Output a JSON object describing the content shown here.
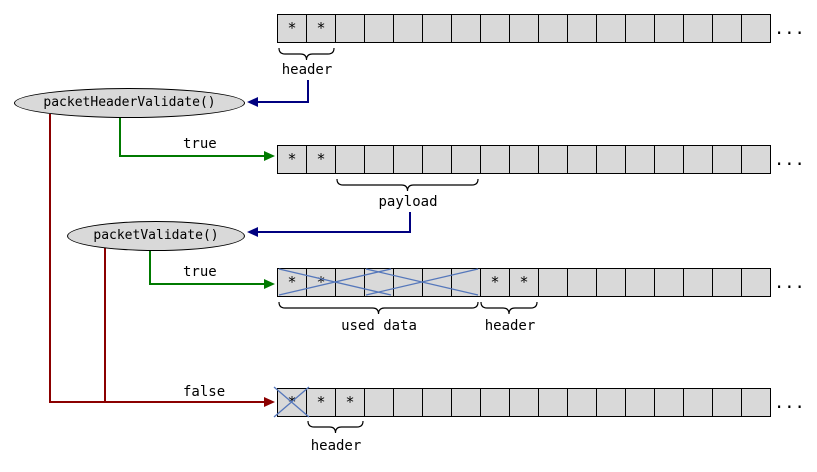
{
  "nodes": {
    "packet_header_validate": "packetHeaderValidate()",
    "packet_validate": "packetValidate()"
  },
  "labels": {
    "header_row1": "header",
    "payload": "payload",
    "true_header": "true",
    "true_packet": "true",
    "false_label": "false",
    "used_data": "used data",
    "header_row3": "header",
    "header_row4": "header"
  },
  "ellipsis": "...",
  "rows": [
    {
      "cells": [
        "*",
        "*",
        "",
        "",
        "",
        "",
        "",
        "",
        "",
        "",
        "",
        "",
        "",
        "",
        "",
        "",
        ""
      ]
    },
    {
      "cells": [
        "*",
        "*",
        "",
        "",
        "",
        "",
        "",
        "",
        "",
        "",
        "",
        "",
        "",
        "",
        "",
        "",
        ""
      ]
    },
    {
      "cells": [
        "*",
        "*",
        "",
        "",
        "",
        "",
        "",
        "*",
        "*",
        "",
        "",
        "",
        "",
        "",
        "",
        "",
        ""
      ]
    },
    {
      "cells": [
        "*",
        "*",
        "*",
        "",
        "",
        "",
        "",
        "",
        "",
        "",
        "",
        "",
        "",
        "",
        "",
        "",
        ""
      ]
    }
  ],
  "colors": {
    "cell_fill": "#d9d9d9",
    "stroke": "#000000",
    "callback_arrow": "#000080",
    "true_arrow": "#007a00",
    "false_arrow": "#8b0000",
    "cross": "#5577bb"
  }
}
